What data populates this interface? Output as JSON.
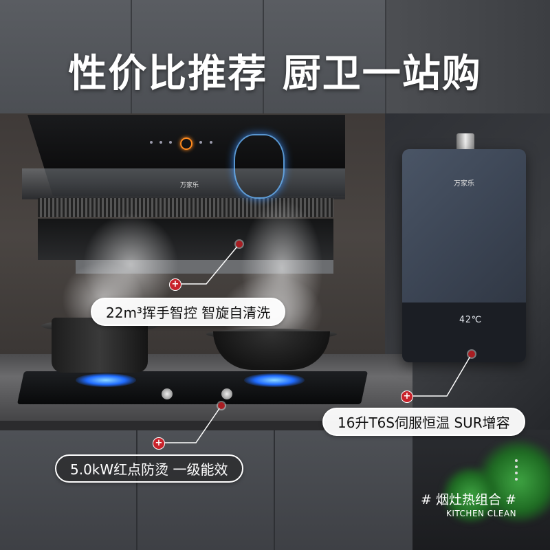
{
  "headline": "性价比推荐 厨卫一站购",
  "hood": {
    "brand": "万家乐"
  },
  "heater": {
    "brand": "万家乐",
    "display": "42℃"
  },
  "callouts": {
    "hood": "22m³挥手智控 智旋自清洗",
    "heater": "16升T6S伺服恒温 SUR增容",
    "stove": "5.0kW红点防烫 一级能效"
  },
  "marker_symbol": "+",
  "footer": {
    "combo": "# 烟灶热组合 #",
    "english": "KITCHEN CLEAN"
  },
  "colors": {
    "accent_red": "#c8232b",
    "flame_blue": "#1f6bff",
    "knob_orange": "#ff8a1e"
  }
}
